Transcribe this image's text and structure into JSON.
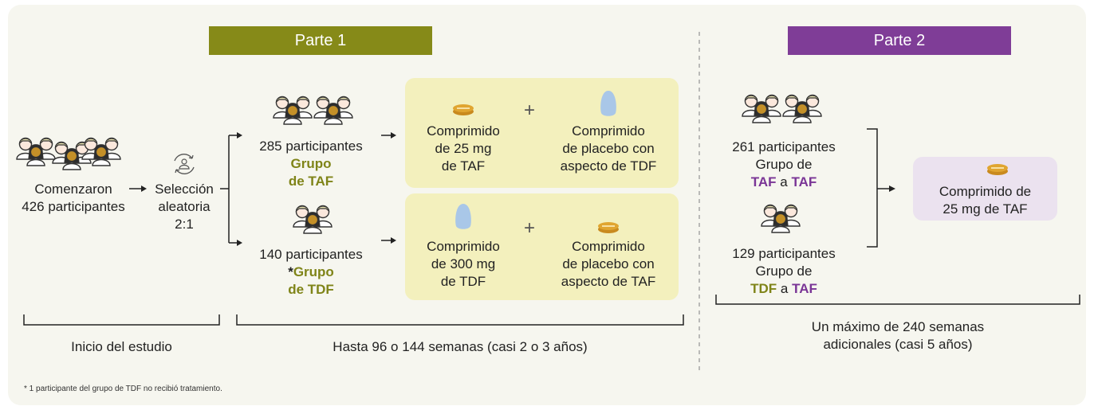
{
  "part1": {
    "banner": "Parte 1",
    "color": "#868a18"
  },
  "part2": {
    "banner": "Parte 2",
    "color": "#7f3d97"
  },
  "start": {
    "line1": "Comenzaron",
    "line2": "426 participantes"
  },
  "randomization": {
    "line1": "Selección",
    "line2": "aleatoria",
    "line3": "2:1"
  },
  "taf_group": {
    "count": "285 participantes",
    "line1": "Grupo",
    "line2": "de TAF"
  },
  "tdf_group": {
    "count": "140 participantes",
    "asterisk": "*",
    "line1": "Grupo",
    "line2": "de TDF"
  },
  "taf_regimen": {
    "pill_a": {
      "line1": "Comprimido",
      "line2": "de 25 mg",
      "line3": "de TAF"
    },
    "plus": "+",
    "pill_b": {
      "line1": "Comprimido",
      "line2": "de placebo con",
      "line3": "aspecto de TDF"
    }
  },
  "tdf_regimen": {
    "pill_a": {
      "line1": "Comprimido",
      "line2": "de 300 mg",
      "line3": "de TDF"
    },
    "plus": "+",
    "pill_b": {
      "line1": "Comprimido",
      "line2": "de placebo con",
      "line3": "aspecto de TAF"
    }
  },
  "part2_taf": {
    "count": "261 participantes",
    "line1": "Grupo de",
    "from": "TAF",
    "conj": " a ",
    "to": "TAF"
  },
  "part2_tdf": {
    "count": "129 participantes",
    "line1": "Grupo de",
    "from": "TDF",
    "conj": " a ",
    "to": "TAF"
  },
  "part2_regimen": {
    "line1": "Comprimido de",
    "line2": "25 mg de TAF"
  },
  "timeline": {
    "start": "Inicio del estudio",
    "part1": "Hasta 96 o 144 semanas (casi 2 o 3 años)",
    "part2_line1": "Un máximo de 240 semanas",
    "part2_line2": "adicionales (casi 5 años)"
  },
  "footnote": "* 1 participante del grupo de TDF no recibió tratamiento.",
  "colors": {
    "olive": "#7f8418",
    "purple": "#7a3596",
    "regimen_box": "#f3f0bd",
    "part2_box": "#ebe2ef",
    "pill_orange": "#e0a530",
    "capsule_blue": "#a9c7e8"
  }
}
